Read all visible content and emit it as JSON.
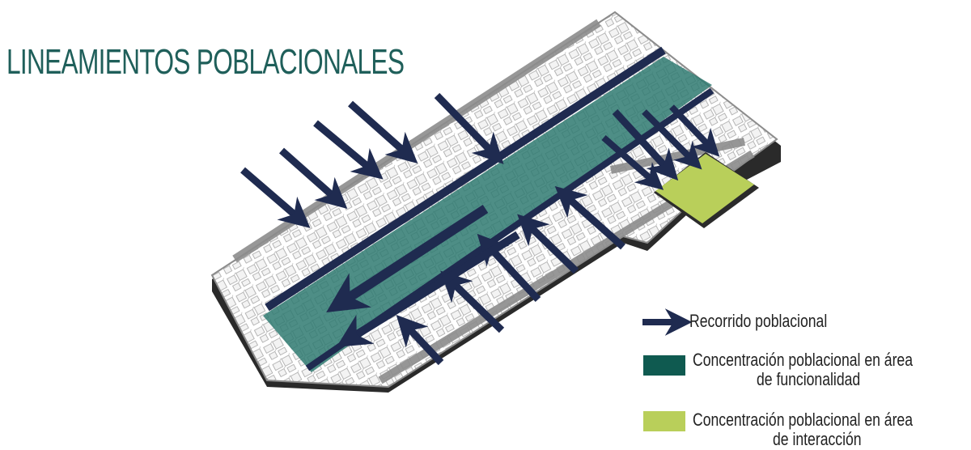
{
  "title": "LINEAMIENTOS POBLACIONALES",
  "colors": {
    "title": "#1f5f5a",
    "arrow": "#1f2b50",
    "functional_area": "#0f5a50",
    "interaction_area": "#b9cf5a",
    "blocks_stroke": "#9a9a9a",
    "roads": "#8c8c8c"
  },
  "legend": [
    {
      "icon": "arrow-right-icon",
      "label_lines": [
        "Recorrido poblacional"
      ]
    },
    {
      "icon": "dark-green-swatch",
      "label_lines": [
        "Concentración poblacional en área",
        "de funcionalidad"
      ]
    },
    {
      "icon": "light-green-swatch",
      "label_lines": [
        "Concentración poblacional en área",
        "de interacción"
      ]
    }
  ]
}
